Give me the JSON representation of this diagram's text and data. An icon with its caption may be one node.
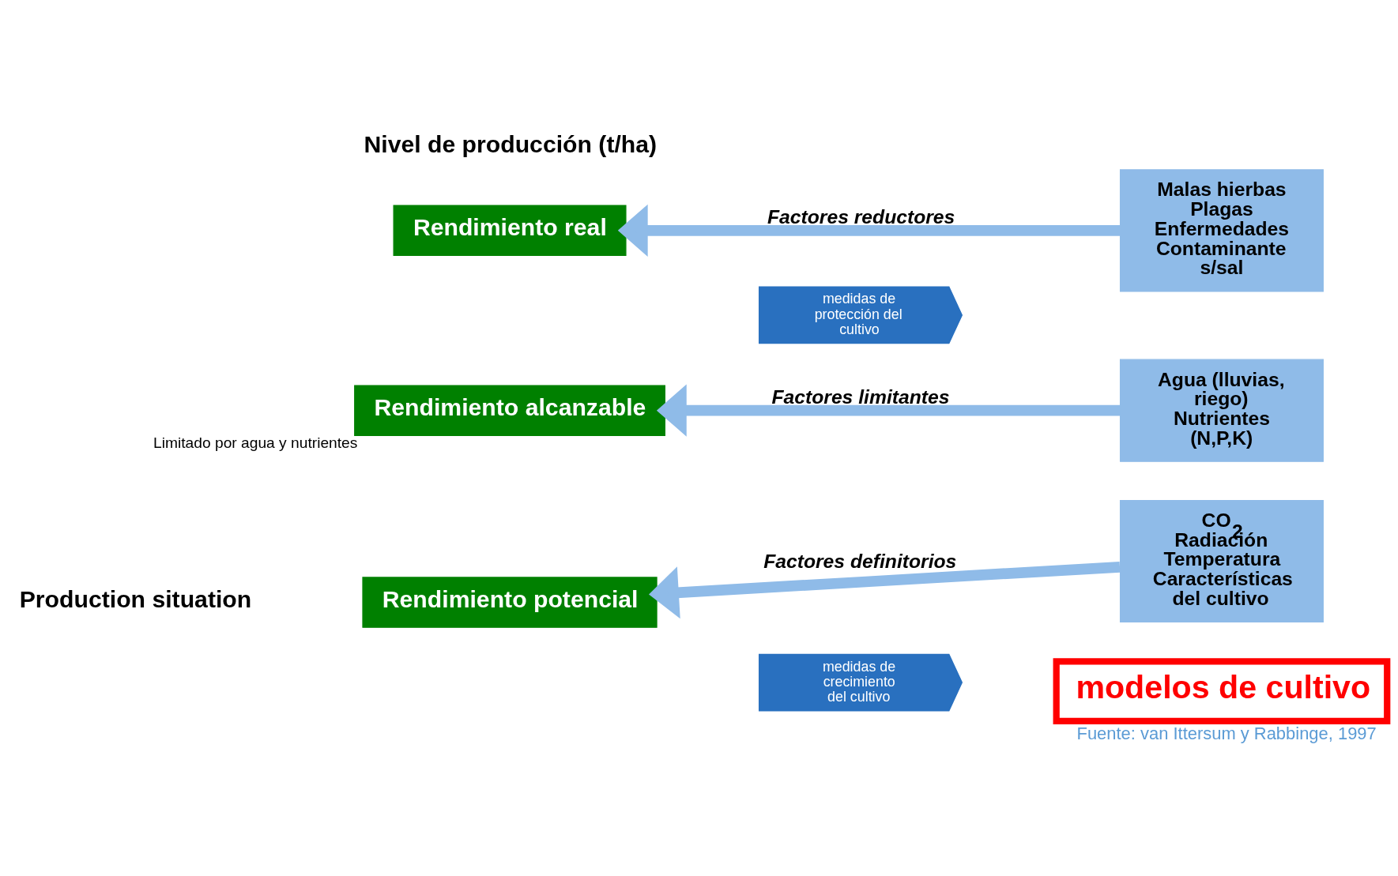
{
  "diagram": {
    "caption": "Fuente: van Ittersum y Rabbinge, 1997",
    "nodes": [
      {
        "text": [
          "Rendimiento potencial"
        ]
      },
      {
        "text": [
          "modelos de cultivo"
        ]
      },
      {
        "text": [
          "CO$_{2}$ Radiación Temperatura Características del cultivo"
        ]
      },
      {
        "text": [
          "Rendimiento alcanzable"
        ],
        "beside": [
          "Limitado por agua y nutrientes"
        ]
      },
      {
        "text": [
          "Agua (lluvias, riego) Nutrientes (N,P,K)"
        ]
      },
      {
        "text": [
          "medidas de crecimiento del cultivo"
        ]
      },
      {
        "text": [
          "Rendimiento real"
        ]
      },
      {
        "text": [
          "Malas hierbas Plagas Enfermedades",
          "Contaminante s/sal"
        ]
      },
      {
        "text": [
          "medidas de protección del cultivo"
        ]
      }
    ],
    "edges": [
      {
        "from": 2,
        "to": 0,
        "arrow": "to",
        "label": "Factores definitorios"
      },
      {
        "from": 4,
        "to": 3,
        "arrow": "to",
        "label": "Factores limitantes"
      },
      {
        "from": 7,
        "to": 6,
        "arrow": "to",
        "label": "Factores reductores"
      }
    ],
    "labels": [
      "Production situation",
      "Nivel de producción (t/ha)"
    ]
  }
}
